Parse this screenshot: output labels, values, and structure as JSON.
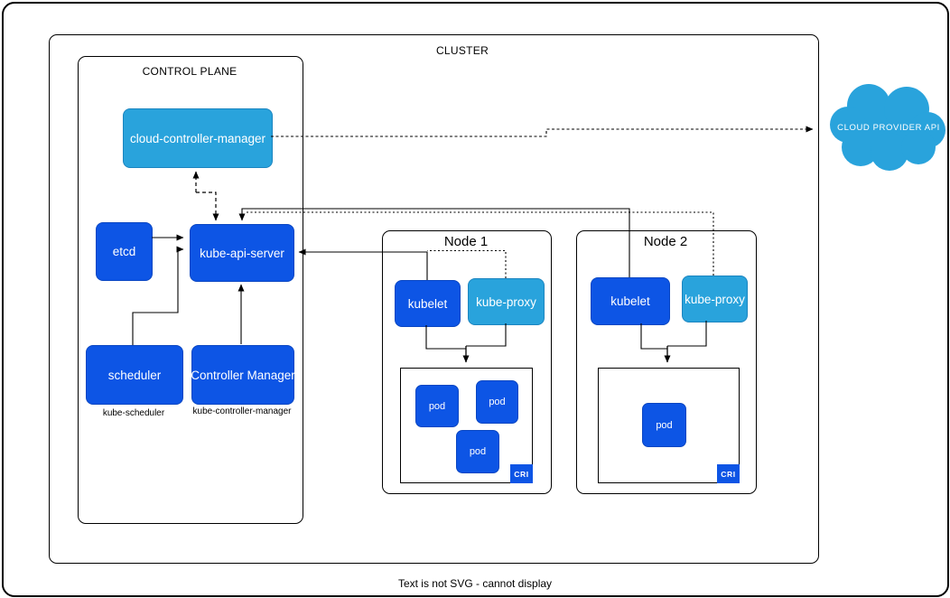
{
  "footer": {
    "note": "Text is not SVG - cannot display"
  },
  "cloud": {
    "label": "CLOUD PROVIDER API"
  },
  "cluster": {
    "label": "CLUSTER",
    "control_plane": {
      "label": "CONTROL PLANE",
      "cloud_controller_manager": "cloud-controller-manager",
      "etcd": "etcd",
      "kube_api_server": "kube-api-server",
      "scheduler": "scheduler",
      "scheduler_sub": "kube-scheduler",
      "controller_manager": "Controller Manager",
      "controller_manager_sub": "kube-controller-manager"
    },
    "node1": {
      "label": "Node 1",
      "kubelet": "kubelet",
      "kube_proxy": "kube-proxy",
      "pods": [
        "pod",
        "pod",
        "pod"
      ],
      "cri_label": "CRI"
    },
    "node2": {
      "label": "Node 2",
      "kubelet": "kubelet",
      "kube_proxy": "kube-proxy",
      "pods": [
        "pod"
      ],
      "cri_label": "CRI"
    }
  },
  "colors": {
    "primary_blue": "#0d55e5",
    "light_blue": "#29a3dc",
    "line_black": "#000000",
    "background": "#ffffff"
  }
}
